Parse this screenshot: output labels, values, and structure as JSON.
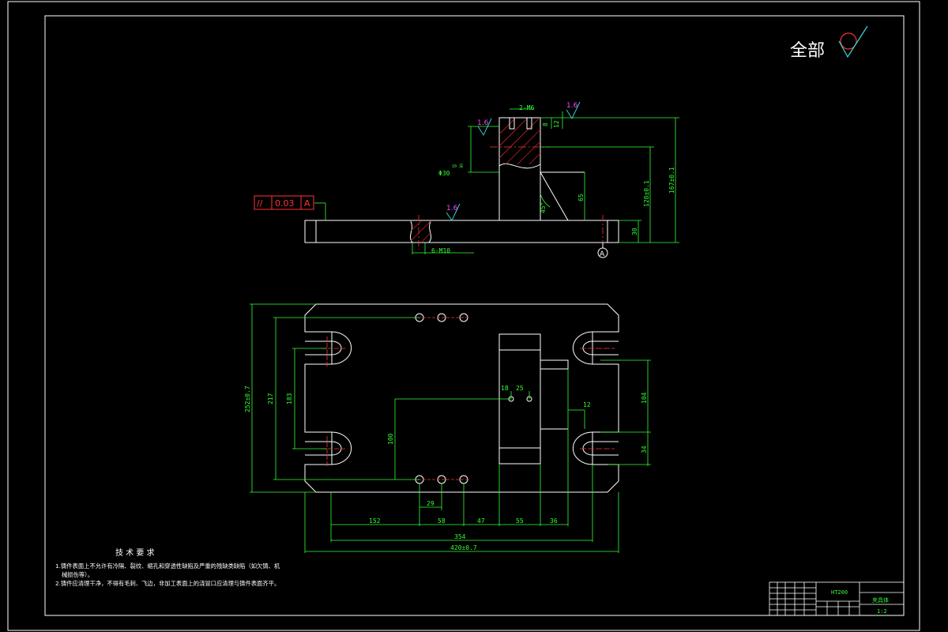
{
  "title_mark": {
    "text": "全部",
    "colors": {
      "symbol_circle": "#ff3333",
      "symbol_check": "#33dddd"
    }
  },
  "front_view": {
    "roughness": [
      "1.6",
      "1.6",
      "1.6"
    ],
    "tolerance": {
      "symbol": "//",
      "value": "0.03",
      "datum": "A"
    },
    "datum_label": "A",
    "dims": {
      "holes_top": "2-M6",
      "h_top1": "8",
      "h_top2": "12",
      "dia": "Φ30",
      "dia_note": "10 深",
      "h65": "65",
      "angle": "45°",
      "h128": "128±0.1",
      "h167": "167±0.1",
      "h30": "30",
      "bottom_holes": "6-M10"
    }
  },
  "plan_view": {
    "dims": {
      "width_left": "252±0.7",
      "w217": "217",
      "w183": "183",
      "d18": "18",
      "d25": "25",
      "d100": "100",
      "d104": "104",
      "d12": "12",
      "d34": "34",
      "d29": "29",
      "d152": "152",
      "d58": "58",
      "d47": "47",
      "d55": "55",
      "d36": "36",
      "d354": "354",
      "total": "420±0.7"
    }
  },
  "tech_requirements": {
    "title": "技 术 要 求",
    "line1": "1.铸件表面上不允许有冷隔、裂纹、缩孔和穿透性缺陷及严重的残缺类缺陷（如欠铸、机",
    "line1b": "械损伤等）。",
    "line2": "2.铸件应清理干净，不得有毛刺、飞边，非加工表面上的浇冒口应清理与铸件表面齐平。"
  },
  "title_block": {
    "part_name": "夹具体",
    "material": "HT200",
    "scale": "1:2"
  },
  "colors": {
    "outline": "#ffffff",
    "dimension": "#33ff33",
    "center": "#ff3333",
    "roughness": "#ff44ff",
    "hatch": "#cc2222"
  }
}
